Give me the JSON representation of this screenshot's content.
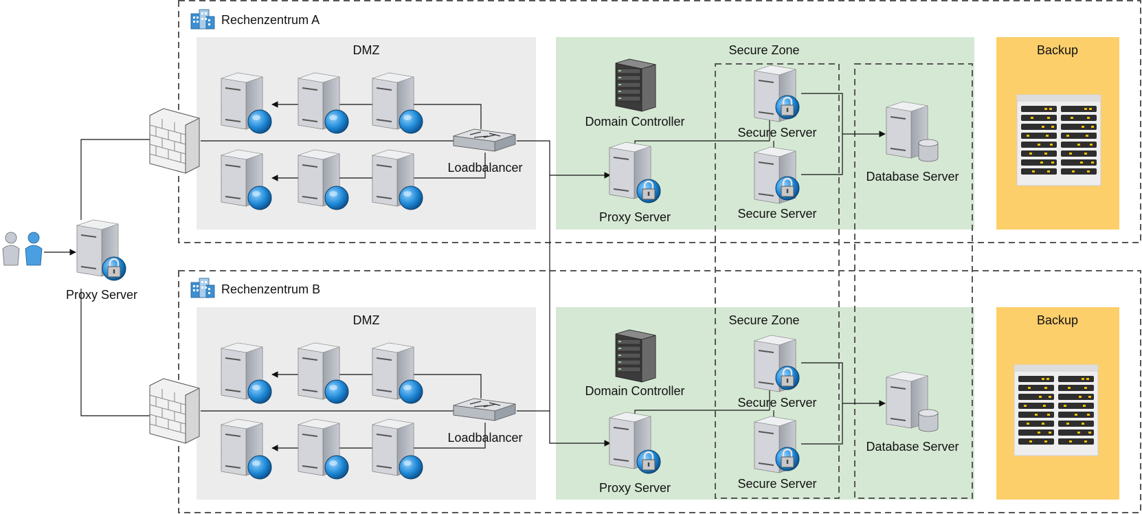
{
  "labels": {
    "dc_a": "Rechenzentrum A",
    "dc_b": "Rechenzentrum B",
    "dmz": "DMZ",
    "secure_zone": "Secure Zone",
    "backup": "Backup",
    "domain_controller": "Domain Controller",
    "secure_server": "Secure Server",
    "database_server": "Database Server",
    "proxy_server": "Proxy Server",
    "loadbalancer": "Loadbalancer"
  },
  "colors": {
    "dmz_fill": "#ececec",
    "secure_fill": "#d5e8d4",
    "backup_fill": "#fdcf6b",
    "dashed_border": "#555555",
    "globe": "#1e88d6",
    "server_body": "#b8bcc4"
  },
  "icons": [
    "users-icon",
    "firewall-icon",
    "server-icon",
    "web-server-icon",
    "secure-server-icon",
    "database-server-icon",
    "domain-controller-icon",
    "loadbalancer-icon",
    "datacenter-icon",
    "storage-rack-icon"
  ]
}
